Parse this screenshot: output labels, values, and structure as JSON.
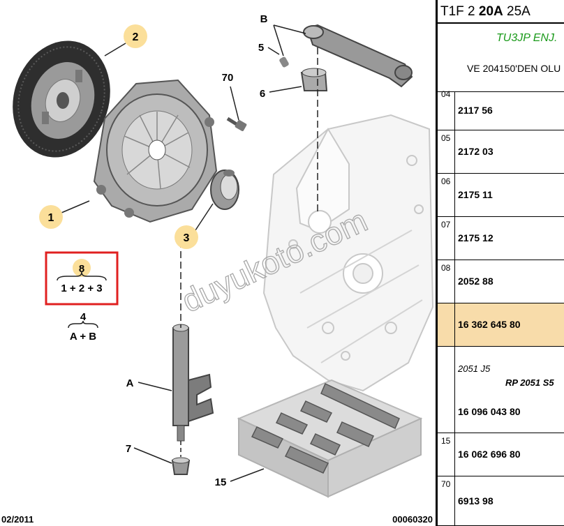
{
  "callouts": {
    "c1": "1",
    "c2": "2",
    "c3": "3",
    "c4": "4",
    "c5": "5",
    "c6": "6",
    "c7": "7",
    "c8": "8",
    "c15": "15",
    "c70": "70",
    "cA": "A",
    "cB": "B"
  },
  "formulas": {
    "f8": "1 + 2 + 3",
    "f4": "A + B"
  },
  "watermark": "duyukoto.com",
  "footer": {
    "date": "02/2011",
    "ref": "00060320"
  },
  "panel": {
    "header_pre": "T1F 2",
    "header_bold": "20A",
    "header_post": "25A",
    "engine": "TU3JP ENJ.",
    "note": "VE 204150'DEN OLU",
    "rows": [
      {
        "code": "04",
        "ref": "2117 56"
      },
      {
        "code": "05",
        "ref": "2172 03"
      },
      {
        "code": "06",
        "ref": "2175 11"
      },
      {
        "code": "07",
        "ref": "2175 12"
      },
      {
        "code": "08",
        "ref": "2052 88"
      },
      {
        "code": "",
        "ref": "16 362 645 80"
      },
      {
        "code": "",
        "ref": "16 096 043 80",
        "sub1": "2051 J5",
        "sub2": "RP 2051 S5"
      },
      {
        "code": "15",
        "ref": "16 062 696 80"
      },
      {
        "code": "70",
        "ref": "6913 98"
      }
    ]
  },
  "colors": {
    "callout_fill": "#fbdf9a",
    "highlight_box": "#e02020",
    "row_highlight": "#f8dcaa",
    "engine_text": "#1a9a1a"
  }
}
